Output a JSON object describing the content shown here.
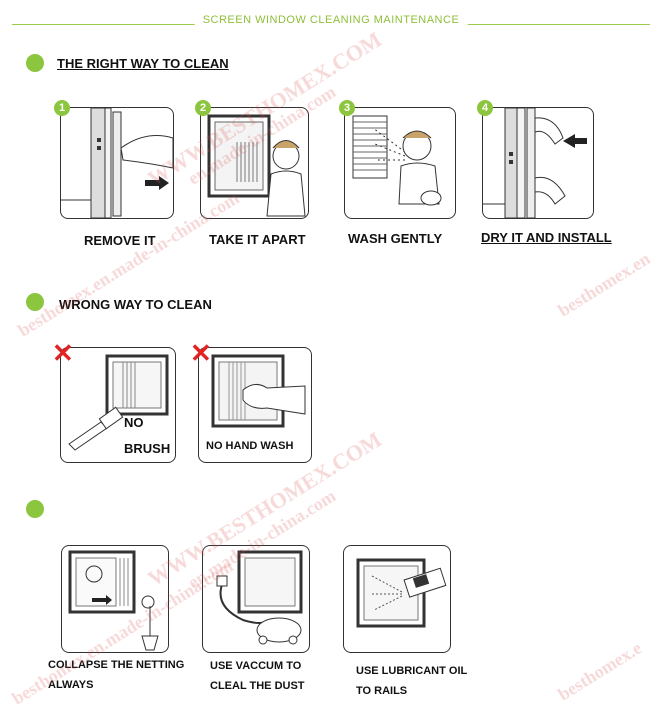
{
  "header": {
    "title": "SCREEN WINDOW CLEANING MAINTENANCE"
  },
  "sections": {
    "right": {
      "title": "THE RIGHT WAY TO CLEAN",
      "steps": [
        {
          "num": "1",
          "caption": "REMOVE IT"
        },
        {
          "num": "2",
          "caption": "TAKE IT APART"
        },
        {
          "num": "3",
          "caption": "WASH GENTLY"
        },
        {
          "num": "4",
          "caption": "DRY IT AND INSTALL"
        }
      ]
    },
    "wrong": {
      "title": "WRONG WAY TO CLEAN",
      "items": [
        {
          "label_line1": "NO",
          "label_line2": "BRUSH",
          "mark": "✕"
        },
        {
          "label": "NO HAND WASH",
          "mark": "✕"
        }
      ]
    },
    "tips": {
      "items": [
        {
          "line1": "COLLAPSE THE NETTING",
          "line2": "ALWAYS"
        },
        {
          "line1": "USE VACCUM TO",
          "line2": "CLEAL THE DUST"
        },
        {
          "line1": "USE LUBRICANT OIL",
          "line2": "TO RAILS"
        }
      ]
    }
  },
  "watermarks": {
    "w1": "BESTHOMEX.COM",
    "w2": "WWW.BESTHOMEX.COM",
    "w3": "en.made-in-china.com",
    "w4": "besthomex.en.made-in-china.com",
    "w5": "besthomex.e",
    "w6": "besthomex.en"
  },
  "colors": {
    "accent": "#8cc63f",
    "cross": "#e02424",
    "watermark": "#dc5050"
  }
}
